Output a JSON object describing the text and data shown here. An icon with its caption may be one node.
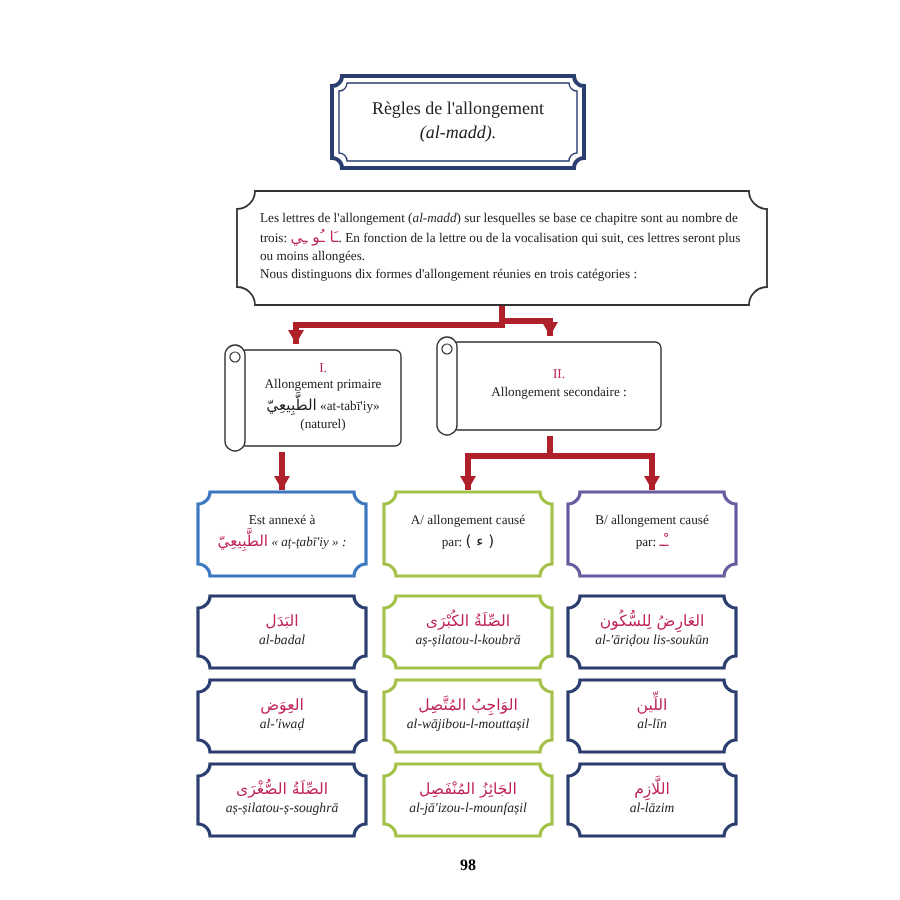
{
  "diagram": {
    "nodes": [
      {
        "text": [
          "Règles de l'allongement",
          "(al-madd)."
        ]
      },
      {
        "text": [
          "Les lettres de l'allongement (*al-madd*) sur lesquelles se base ce chapitre sont au nombre de trois:",
          "ـَا ـُو ـِي",
          ". En fonction de la lettre ou de la vocalisation qui suit, ces lettres seront plus ou moins allongées.",
          "Nous distinguons dix formes d'allongement réunies en trois catégories :"
        ]
      },
      {
        "text": [
          "I.",
          "Allongement primaire",
          "الطَّبِيعِيّ",
          "«at-tabī'iy»",
          "(naturel)"
        ]
      },
      {
        "text": [
          "II.",
          "Allongement secondaire :"
        ]
      },
      {
        "text": [
          "Est annexé à",
          "« aț-țabī'iy » :",
          "الطَّبِيعِيّ"
        ]
      },
      {
        "text": [
          "A/ allongement causé par:",
          "( ء )"
        ]
      },
      {
        "text": [
          "B/ allongement causé par:",
          "ـْـ"
        ]
      },
      {
        "text": [
          "البَدَل",
          "al-badal"
        ]
      },
      {
        "text": [
          "الصِّلَةُ الكُبْرَى",
          "aș-șilatou-l-koubrā"
        ]
      },
      {
        "text": [
          "العَارِضُ لِلسُّكُون",
          "al-'āriḍou lis-soukūn"
        ]
      },
      {
        "text": [
          "العِوَض",
          "al-'iwaḍ"
        ]
      },
      {
        "text": [
          "الوَاجِبُ المُتَّصِل",
          "al-wājibou-l-mouttașil"
        ]
      },
      {
        "text": [
          "اللِّين",
          "al-līn"
        ]
      },
      {
        "text": [
          "الصِّلَةُ الصُّغْرَى",
          "aș-șilatou-ș-soughrā"
        ]
      },
      {
        "text": [
          "الجَائِزُ المُنْفَصِل",
          "al-jā'izou-l-mounfașil"
        ]
      },
      {
        "text": [
          "اللَّازِم",
          "al-lāzim"
        ]
      }
    ],
    "edges": [
      {
        "from": 1,
        "to": 2,
        "arrow": "to"
      },
      {
        "from": 1,
        "to": 3,
        "arrow": "to"
      },
      {
        "from": 2,
        "to": 4,
        "arrow": "to"
      },
      {
        "from": 3,
        "to": 5,
        "arrow": "to"
      },
      {
        "from": 3,
        "to": 6,
        "arrow": "to"
      }
    ],
    "labels": [
      "98"
    ]
  }
}
